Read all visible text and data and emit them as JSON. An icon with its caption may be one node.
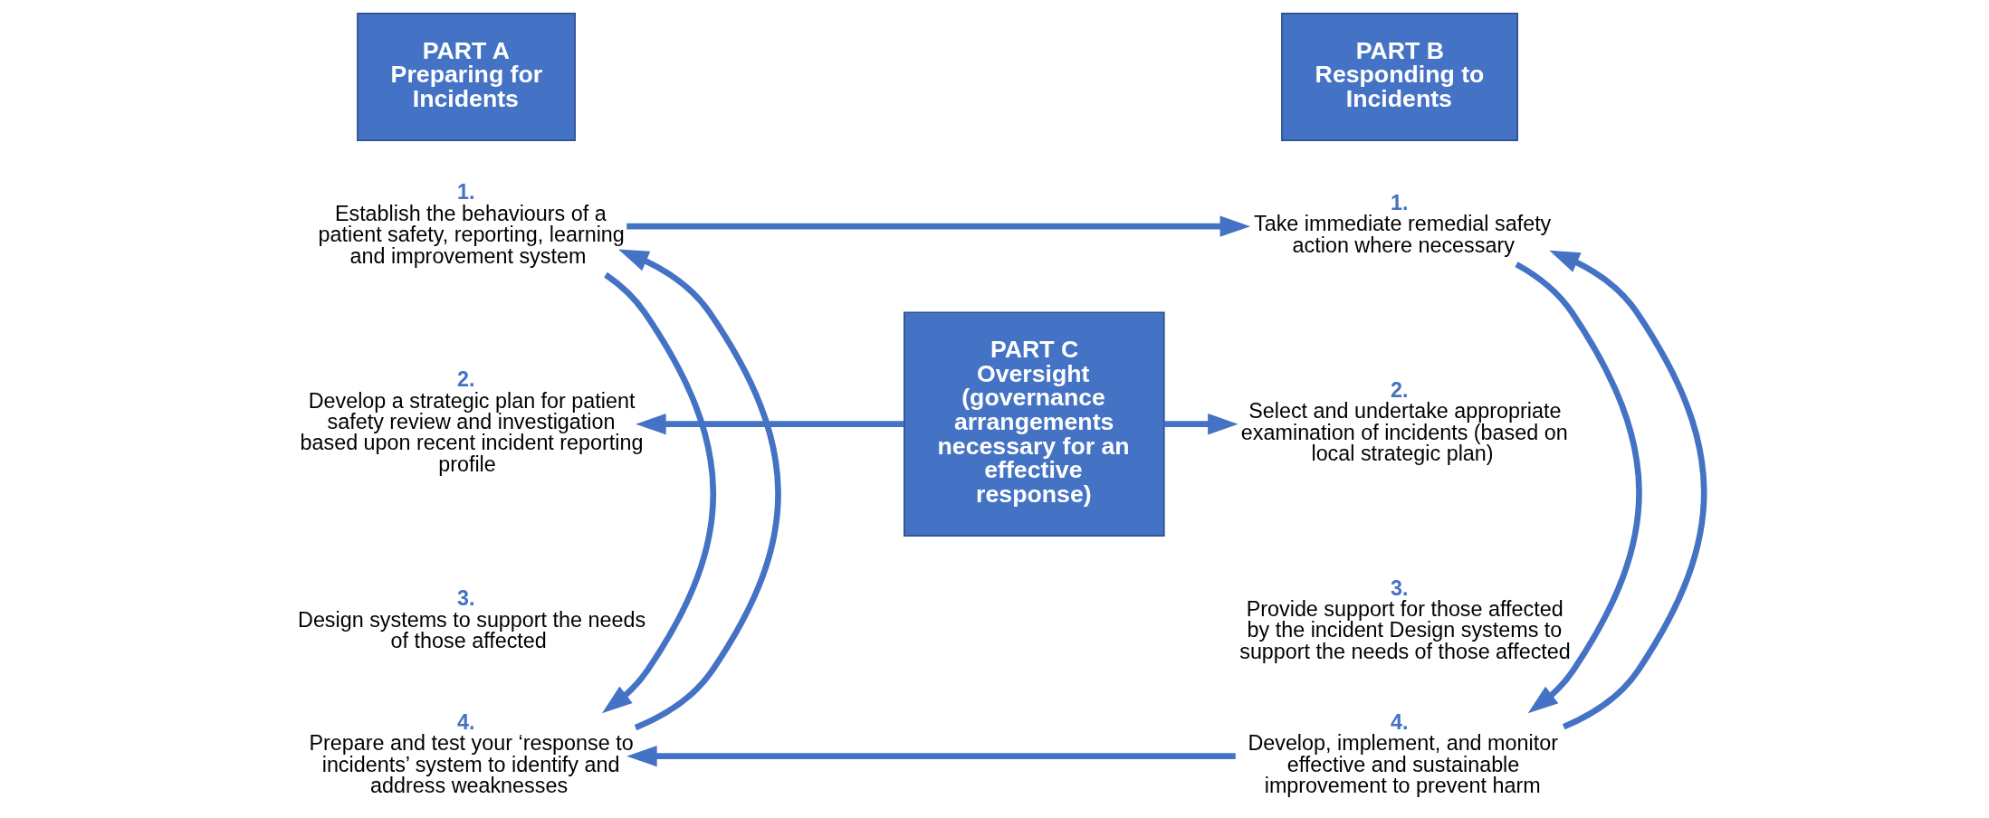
{
  "diagram": {
    "nodes": [
      {
        "text": [
          "PART A",
          "Preparing for Incidents"
        ]
      },
      {
        "text": [
          "PART B",
          "Responding to Incidents"
        ]
      },
      {
        "text": [
          "1.",
          "Establish the behaviours of a patient safety, reporting, learning and improvement system"
        ]
      },
      {
        "text": [
          "2.",
          "Develop a strategic plan for patient safety review and investigation based upon recent incident reporting profile"
        ]
      },
      {
        "text": [
          "3.",
          "Design systems to support the needs of those affected"
        ]
      },
      {
        "text": [
          "4.",
          "Prepare and test your ‘response to incidents’ system to identify and address weaknesses"
        ]
      },
      {
        "text": [
          "PART C",
          "Oversight (governance arrangements necessary for an effective response)"
        ]
      },
      {
        "text": [
          "1.",
          "Take immediate remedial safety action where necessary"
        ]
      },
      {
        "text": [
          "2.",
          "Select and undertake appropriate examination of incidents (based on local strategic plan)"
        ]
      },
      {
        "text": [
          "3.",
          "Provide support for those affected by the incident Design systems to support the needs of those affected"
        ]
      },
      {
        "text": [
          "4.",
          "Develop, implement, and monitor effective and sustainable improvement to prevent harm"
        ]
      }
    ],
    "edges": [
      {
        "from": 5,
        "to": 2,
        "arrow": "to"
      },
      {
        "from": 2,
        "to": 5,
        "arrow": "to"
      },
      {
        "from": 2,
        "to": 7,
        "arrow": "to"
      },
      {
        "from": 10,
        "to": 5,
        "arrow": "to"
      },
      {
        "from": 6,
        "to": 3,
        "arrow": "to"
      },
      {
        "from": 6,
        "to": 8,
        "arrow": "to"
      },
      {
        "from": 10,
        "to": 7,
        "arrow": "to"
      },
      {
        "from": 7,
        "to": 10,
        "arrow": "to"
      }
    ]
  }
}
